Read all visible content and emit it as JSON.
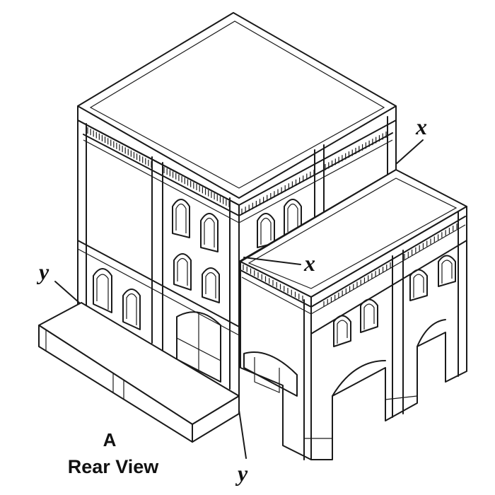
{
  "caption": {
    "letter": "A",
    "view": "Rear View"
  },
  "callouts": [
    {
      "id": "x-upper",
      "label": "x"
    },
    {
      "id": "x-middle",
      "label": "x"
    },
    {
      "id": "y-left",
      "label": "y"
    },
    {
      "id": "y-bottom",
      "label": "y"
    }
  ],
  "colors": {
    "line": "#1a1a1a",
    "background": "#ffffff"
  }
}
